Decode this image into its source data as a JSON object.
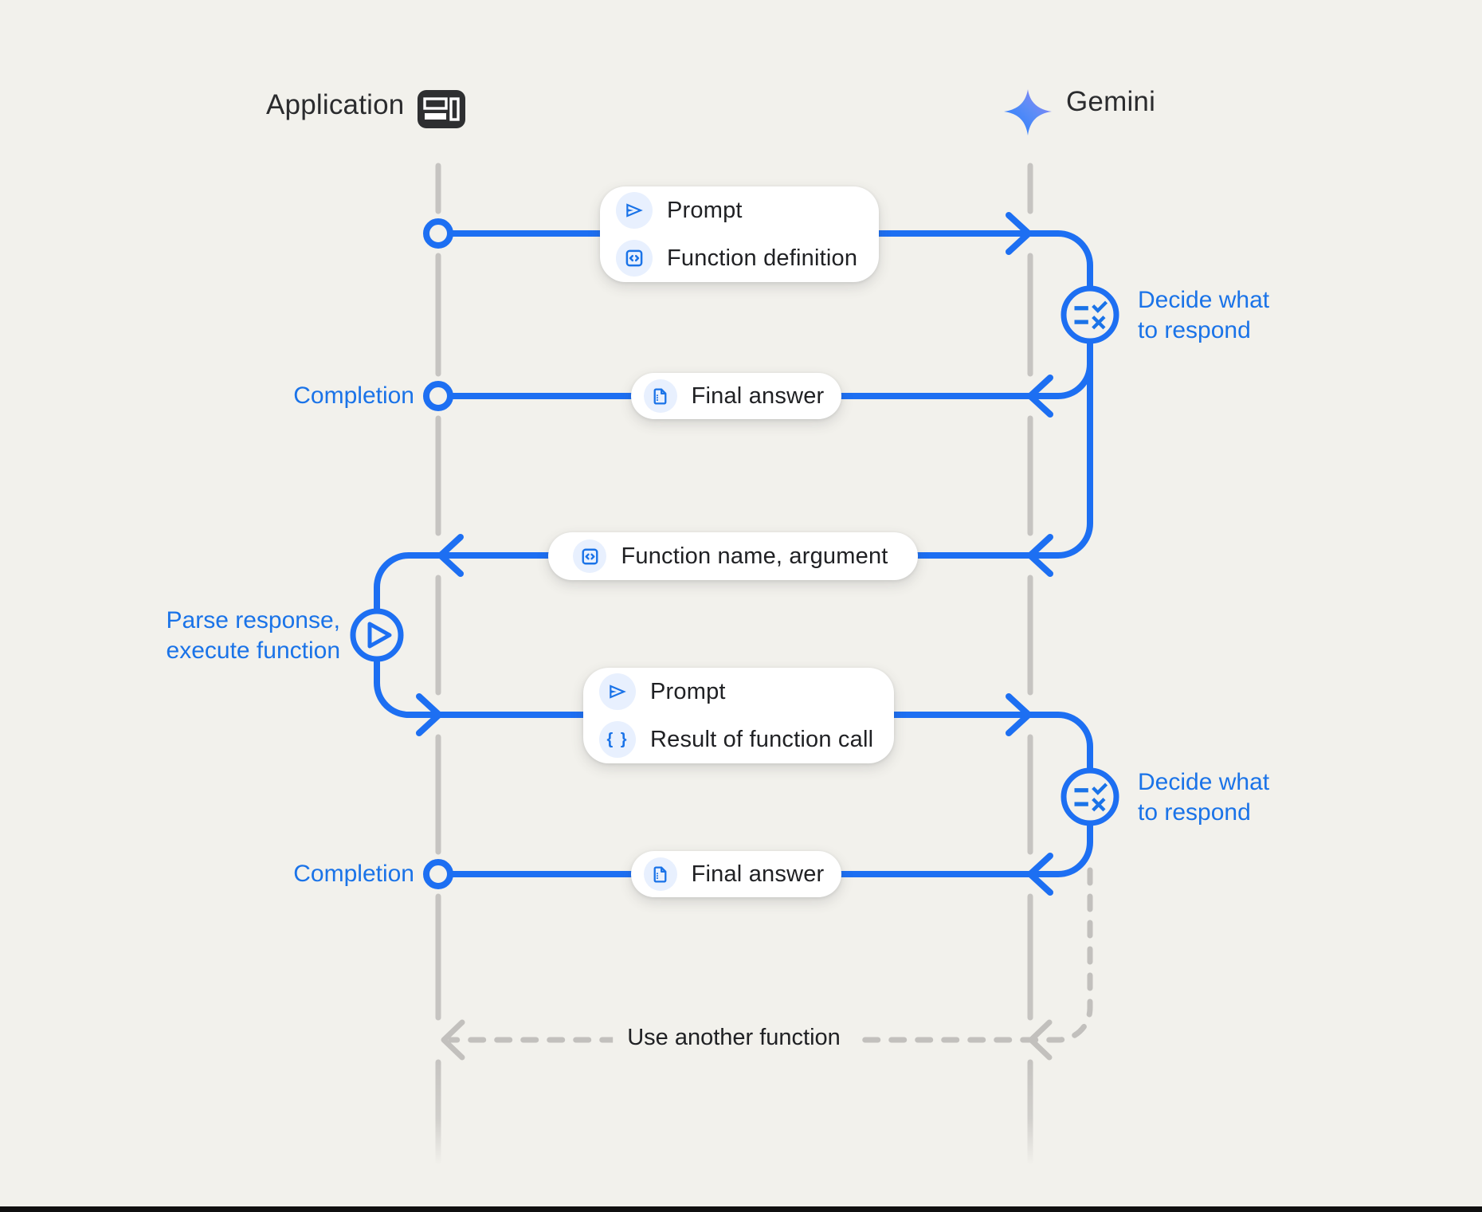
{
  "actors": {
    "application": {
      "label": "Application"
    },
    "gemini": {
      "label": "Gemini"
    }
  },
  "boxes": {
    "prompt_function_definition": {
      "row1": {
        "icon": "send-icon",
        "label": "Prompt"
      },
      "row2": {
        "icon": "code-block-icon",
        "label": "Function definition"
      }
    },
    "final_answer_top": {
      "icon": "document-icon",
      "label": "Final answer"
    },
    "function_name_argument": {
      "icon": "code-block-icon",
      "label": "Function name, argument"
    },
    "prompt_result": {
      "row1": {
        "icon": "send-icon",
        "label": "Prompt"
      },
      "row2": {
        "icon": "braces-icon",
        "label": "Result of function call"
      }
    },
    "final_answer_bottom": {
      "icon": "document-icon",
      "label": "Final answer"
    }
  },
  "annotations": {
    "completion_top": "Completion",
    "completion_bottom": "Completion",
    "decide_top": {
      "line1": "Decide what",
      "line2": "to respond"
    },
    "decide_bottom": {
      "line1": "Decide what",
      "line2": "to respond"
    },
    "parse": {
      "line1": "Parse response,",
      "line2": "execute function"
    },
    "use_another_function": "Use another function"
  },
  "icons": {
    "braces_glyph": "{ }"
  },
  "colors": {
    "accent_blue": "#1a73e8",
    "flow_blue": "#1d6ff2",
    "icon_chip_blue": "#e8f0fe",
    "lifeline_gray": "#c6c4c1",
    "text_dark": "#202124",
    "background": "#f2f1ec",
    "box_background": "#ffffff",
    "footer_black": "#101010"
  }
}
